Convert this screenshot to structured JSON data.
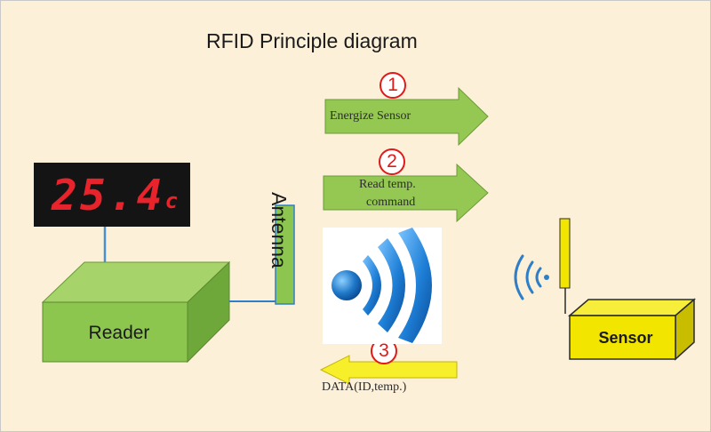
{
  "title": "RFID Principle diagram",
  "steps": [
    {
      "number": "1",
      "label": "Energize Sensor"
    },
    {
      "number": "2",
      "label_line1": "Read temp.",
      "label_line2": "command"
    },
    {
      "number": "3",
      "label": "DATA(ID,temp.)"
    }
  ],
  "reader": {
    "label": "Reader",
    "display_value": "25.4",
    "display_unit": "c"
  },
  "antenna": {
    "label": "Antenna"
  },
  "sensor": {
    "label": "Sensor"
  },
  "colors": {
    "background": "#fcf0d8",
    "reader_green": "#8cc64f",
    "arrow_green": "#94c852",
    "sensor_yellow": "#f2e600",
    "step_red": "#e01a1a",
    "wave_blue": "#2b86d6",
    "display_red": "#e8232b"
  }
}
